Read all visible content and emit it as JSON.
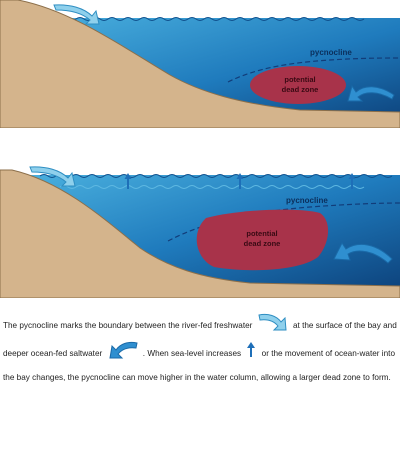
{
  "diagram": {
    "top_panel": {
      "pycnocline_label": "pycnocline",
      "dead_zone_label_line1": "potential",
      "dead_zone_label_line2": "dead zone"
    },
    "bottom_panel": {
      "pycnocline_label": "pycnocline",
      "dead_zone_label_line1": "potential",
      "dead_zone_label_line2": "dead zone"
    }
  },
  "caption": {
    "part1": "The pycnocline marks the boundary between the river-fed freshwater",
    "part2": "at the surface of the bay and deeper ocean-fed saltwater",
    "part3": ". When sea-level increases",
    "part4": "or the movement of ocean-water into the bay changes, the pycnocline can move higher in the water column, allowing a larger dead zone to form."
  },
  "colors": {
    "land": "#d4b48c",
    "water_light": "#3aa6d8",
    "water_dark": "#0d4f86",
    "dead_zone": "#a8334a",
    "pycnocline": "#123d7a",
    "freshwater_arrow": "#8fd0ec",
    "saltwater_arrow": "#2f8fd0",
    "sea_level_arrow": "#1e6fb8"
  }
}
